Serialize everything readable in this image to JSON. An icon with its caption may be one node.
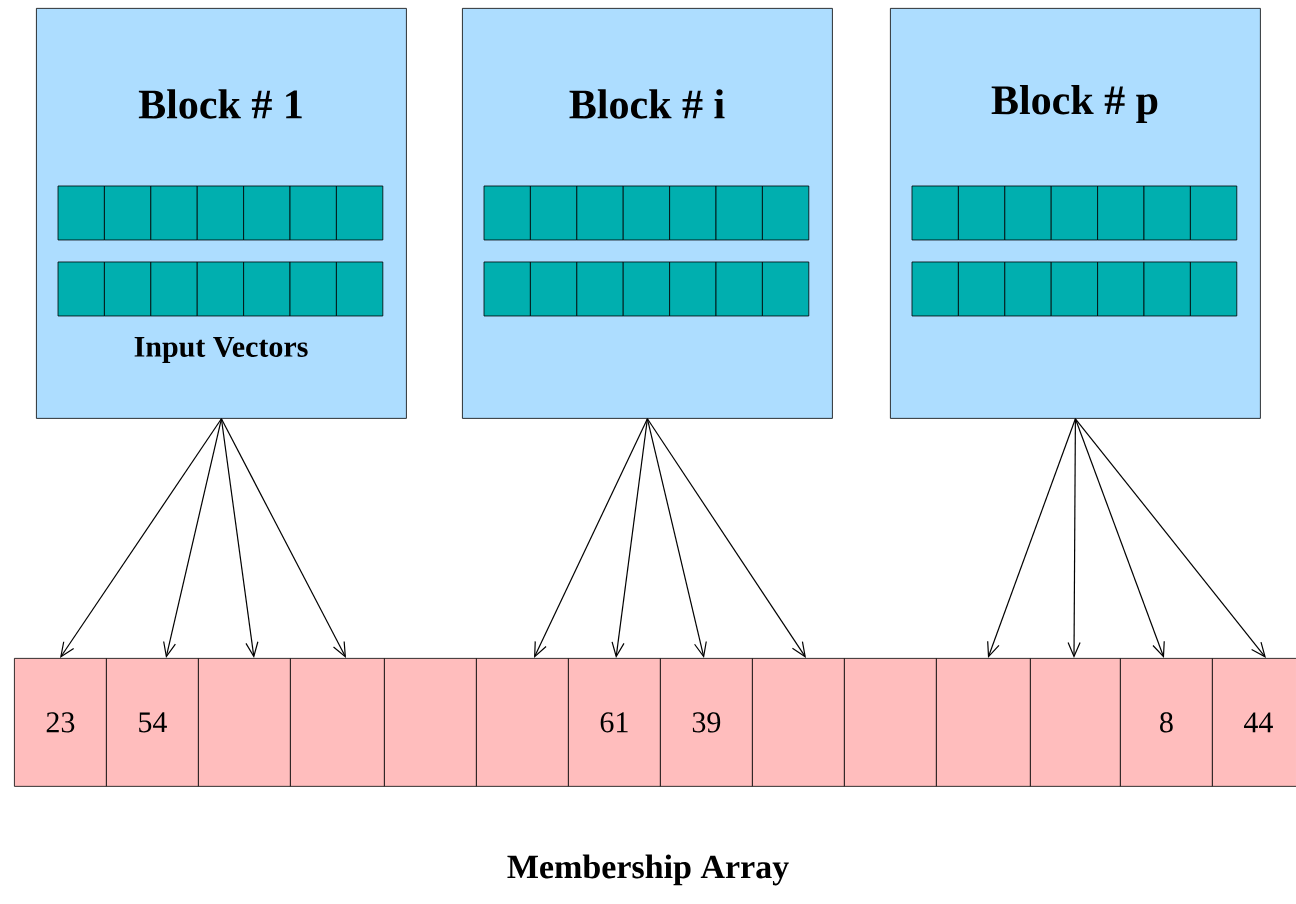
{
  "diagram": {
    "nodes": [
      {
        "text": [
          "Block # 1",
          "Input Vectors"
        ]
      },
      {
        "text": [
          "Block # i"
        ]
      },
      {
        "text": [
          "Block  # p"
        ]
      },
      {
        "text": [
          "23"
        ]
      },
      {
        "text": [
          "54"
        ]
      },
      {
        "text": [],
        "shape": "box"
      },
      {
        "text": [],
        "shape": "box"
      },
      {
        "text": [],
        "shape": "box"
      },
      {
        "text": [],
        "shape": "box"
      },
      {
        "text": [
          "61"
        ]
      },
      {
        "text": [
          "39"
        ]
      },
      {
        "text": [],
        "shape": "box"
      },
      {
        "text": [],
        "shape": "box"
      },
      {
        "text": [],
        "shape": "box"
      },
      {
        "text": [],
        "shape": "box"
      },
      {
        "text": [
          "8"
        ]
      },
      {
        "text": [
          "44"
        ]
      }
    ],
    "edges": [
      {
        "from": 0,
        "to": 3,
        "arrow": "to"
      },
      {
        "from": 0,
        "to": 4,
        "arrow": "to"
      },
      {
        "from": 0,
        "to": 5,
        "arrow": "to"
      },
      {
        "from": 0,
        "to": 6,
        "arrow": "to"
      },
      {
        "from": 1,
        "to": 8,
        "arrow": "to"
      },
      {
        "from": 1,
        "to": 9,
        "arrow": "to"
      },
      {
        "from": 1,
        "to": 10,
        "arrow": "to"
      },
      {
        "from": 1,
        "to": 11,
        "arrow": "to"
      },
      {
        "from": 2,
        "to": 13,
        "arrow": "to"
      },
      {
        "from": 2,
        "to": 14,
        "arrow": "to"
      },
      {
        "from": 2,
        "to": 15,
        "arrow": "to"
      },
      {
        "from": 2,
        "to": 16,
        "arrow": "to"
      }
    ],
    "labels": [
      "Membership Array"
    ]
  }
}
